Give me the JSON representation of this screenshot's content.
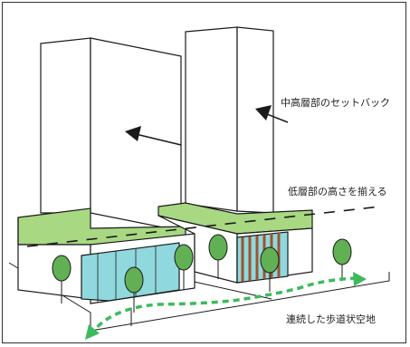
{
  "labels": {
    "setback": "中高層部のセットバック",
    "lowrise_height": "低層部の高さを揃える",
    "walkway": "連続した歩道状空地"
  },
  "colors": {
    "roof_green": "#a8d882",
    "glass_cyan": "#8fd9de",
    "tree_green": "#62b054",
    "path_green": "#3dba5c",
    "stripe_brown": "#a0522d",
    "line": "#1a1a1a"
  },
  "icons": {
    "arrow": "arrow-icon",
    "tree": "tree-icon"
  }
}
